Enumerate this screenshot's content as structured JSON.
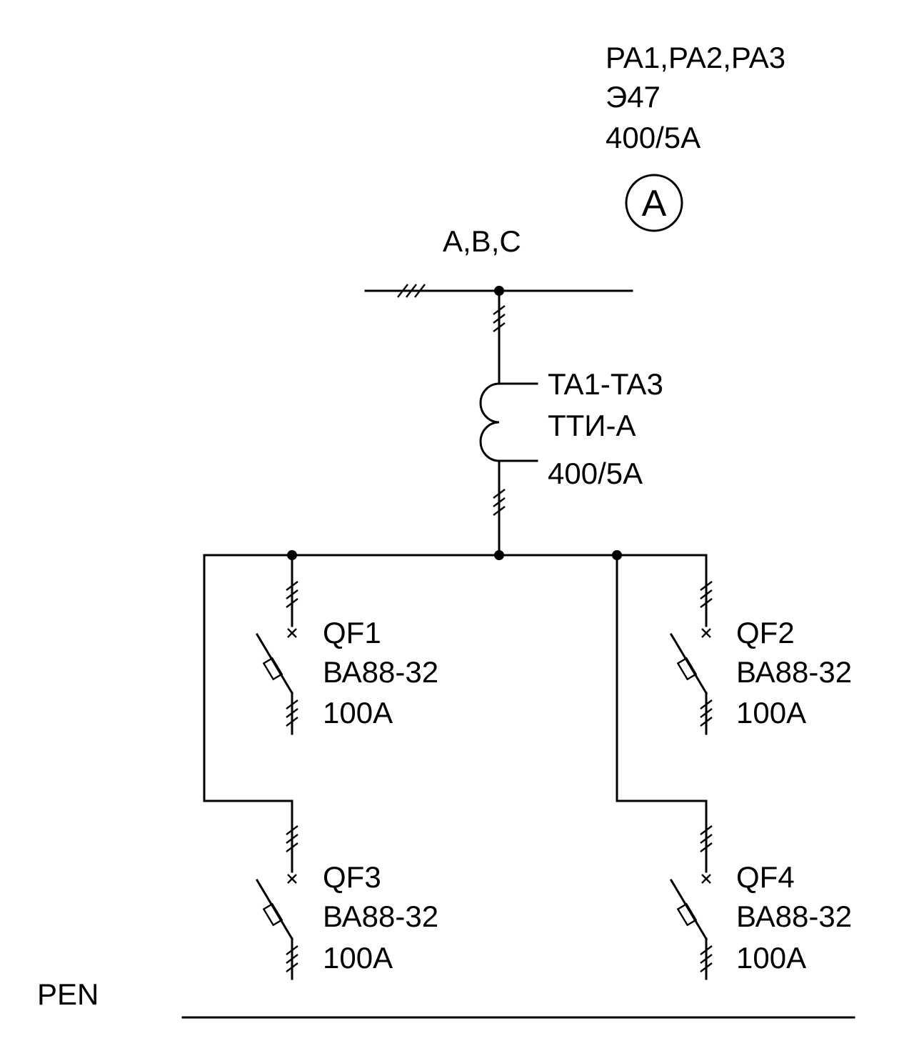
{
  "meter": {
    "name": "PA1,PA2,PA3",
    "type": "Э47",
    "rating": "400/5A",
    "symbol": "A"
  },
  "bus": {
    "phases": "A,B,C"
  },
  "current_transformer": {
    "name": "TA1-TA3",
    "type": "ТТИ-А",
    "ratio": "400/5A"
  },
  "breakers": [
    {
      "name": "QF1",
      "type": "ВА88-32",
      "rating": "100А"
    },
    {
      "name": "QF2",
      "type": "ВА88-32",
      "rating": "100А"
    },
    {
      "name": "QF3",
      "type": "ВА88-32",
      "rating": "100А"
    },
    {
      "name": "QF4",
      "type": "ВА88-32",
      "rating": "100А"
    }
  ],
  "pen": {
    "label": "PEN"
  }
}
